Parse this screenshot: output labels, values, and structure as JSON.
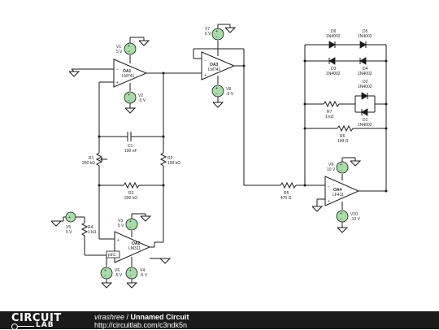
{
  "components": {
    "v1": {
      "name": "V1",
      "value": "5 V"
    },
    "v2": {
      "name": "V2",
      "value": "-5 V"
    },
    "v3": {
      "name": "V3",
      "value": "5 V"
    },
    "v4": {
      "name": "V4",
      "value": "-5 V"
    },
    "v5": {
      "name": "V5",
      "value": "5 V"
    },
    "v6": {
      "name": "V6",
      "value": "-5 V"
    },
    "v7": {
      "name": "V7",
      "value": "5 V"
    },
    "v8": {
      "name": "V8",
      "value": "-5 V"
    },
    "v9": {
      "name": "V9",
      "value": "10 V"
    },
    "v10": {
      "name": "V10",
      "value": "-10 V"
    },
    "oa1": {
      "name": "OA1",
      "model": "LM741"
    },
    "oa2": {
      "name": "OA2",
      "model": "LM311"
    },
    "oa3": {
      "name": "OA3",
      "model": "LM741"
    },
    "oa4": {
      "name": "OA4",
      "model": "LF411"
    },
    "c1": {
      "name": "C1",
      "value": "100 nF"
    },
    "r1": {
      "name": "R1",
      "value": "250 kΩ"
    },
    "r2": {
      "name": "R2",
      "value": "100 kΩ"
    },
    "r3": {
      "name": "R3",
      "value": "200 kΩ"
    },
    "r4": {
      "name": "R4",
      "value": "1 kΩ"
    },
    "r5": {
      "name": "R5",
      "value": "470 Ω"
    },
    "r6": {
      "name": "R6",
      "value": "199 Ω"
    },
    "r7": {
      "name": "R7",
      "value": "1 kΩ"
    },
    "d1": {
      "name": "D1",
      "model": "1N4002"
    },
    "d2": {
      "name": "D2",
      "model": "1N4002"
    },
    "d3": {
      "name": "D3",
      "model": "1N4002"
    },
    "d4": {
      "name": "D4",
      "model": "1N4002"
    },
    "d5": {
      "name": "D5",
      "model": "1N4002"
    },
    "d6": {
      "name": "D6",
      "model": "1N4002"
    },
    "probe": {
      "name": "pin1"
    }
  },
  "footer": {
    "logo_top": "CIRCUIT",
    "logo_bottom": "LAB",
    "author": "virashree",
    "separator": " / ",
    "title": "Unnamed Circuit",
    "url": "http://circuitlab.com/c3ndk5n"
  }
}
